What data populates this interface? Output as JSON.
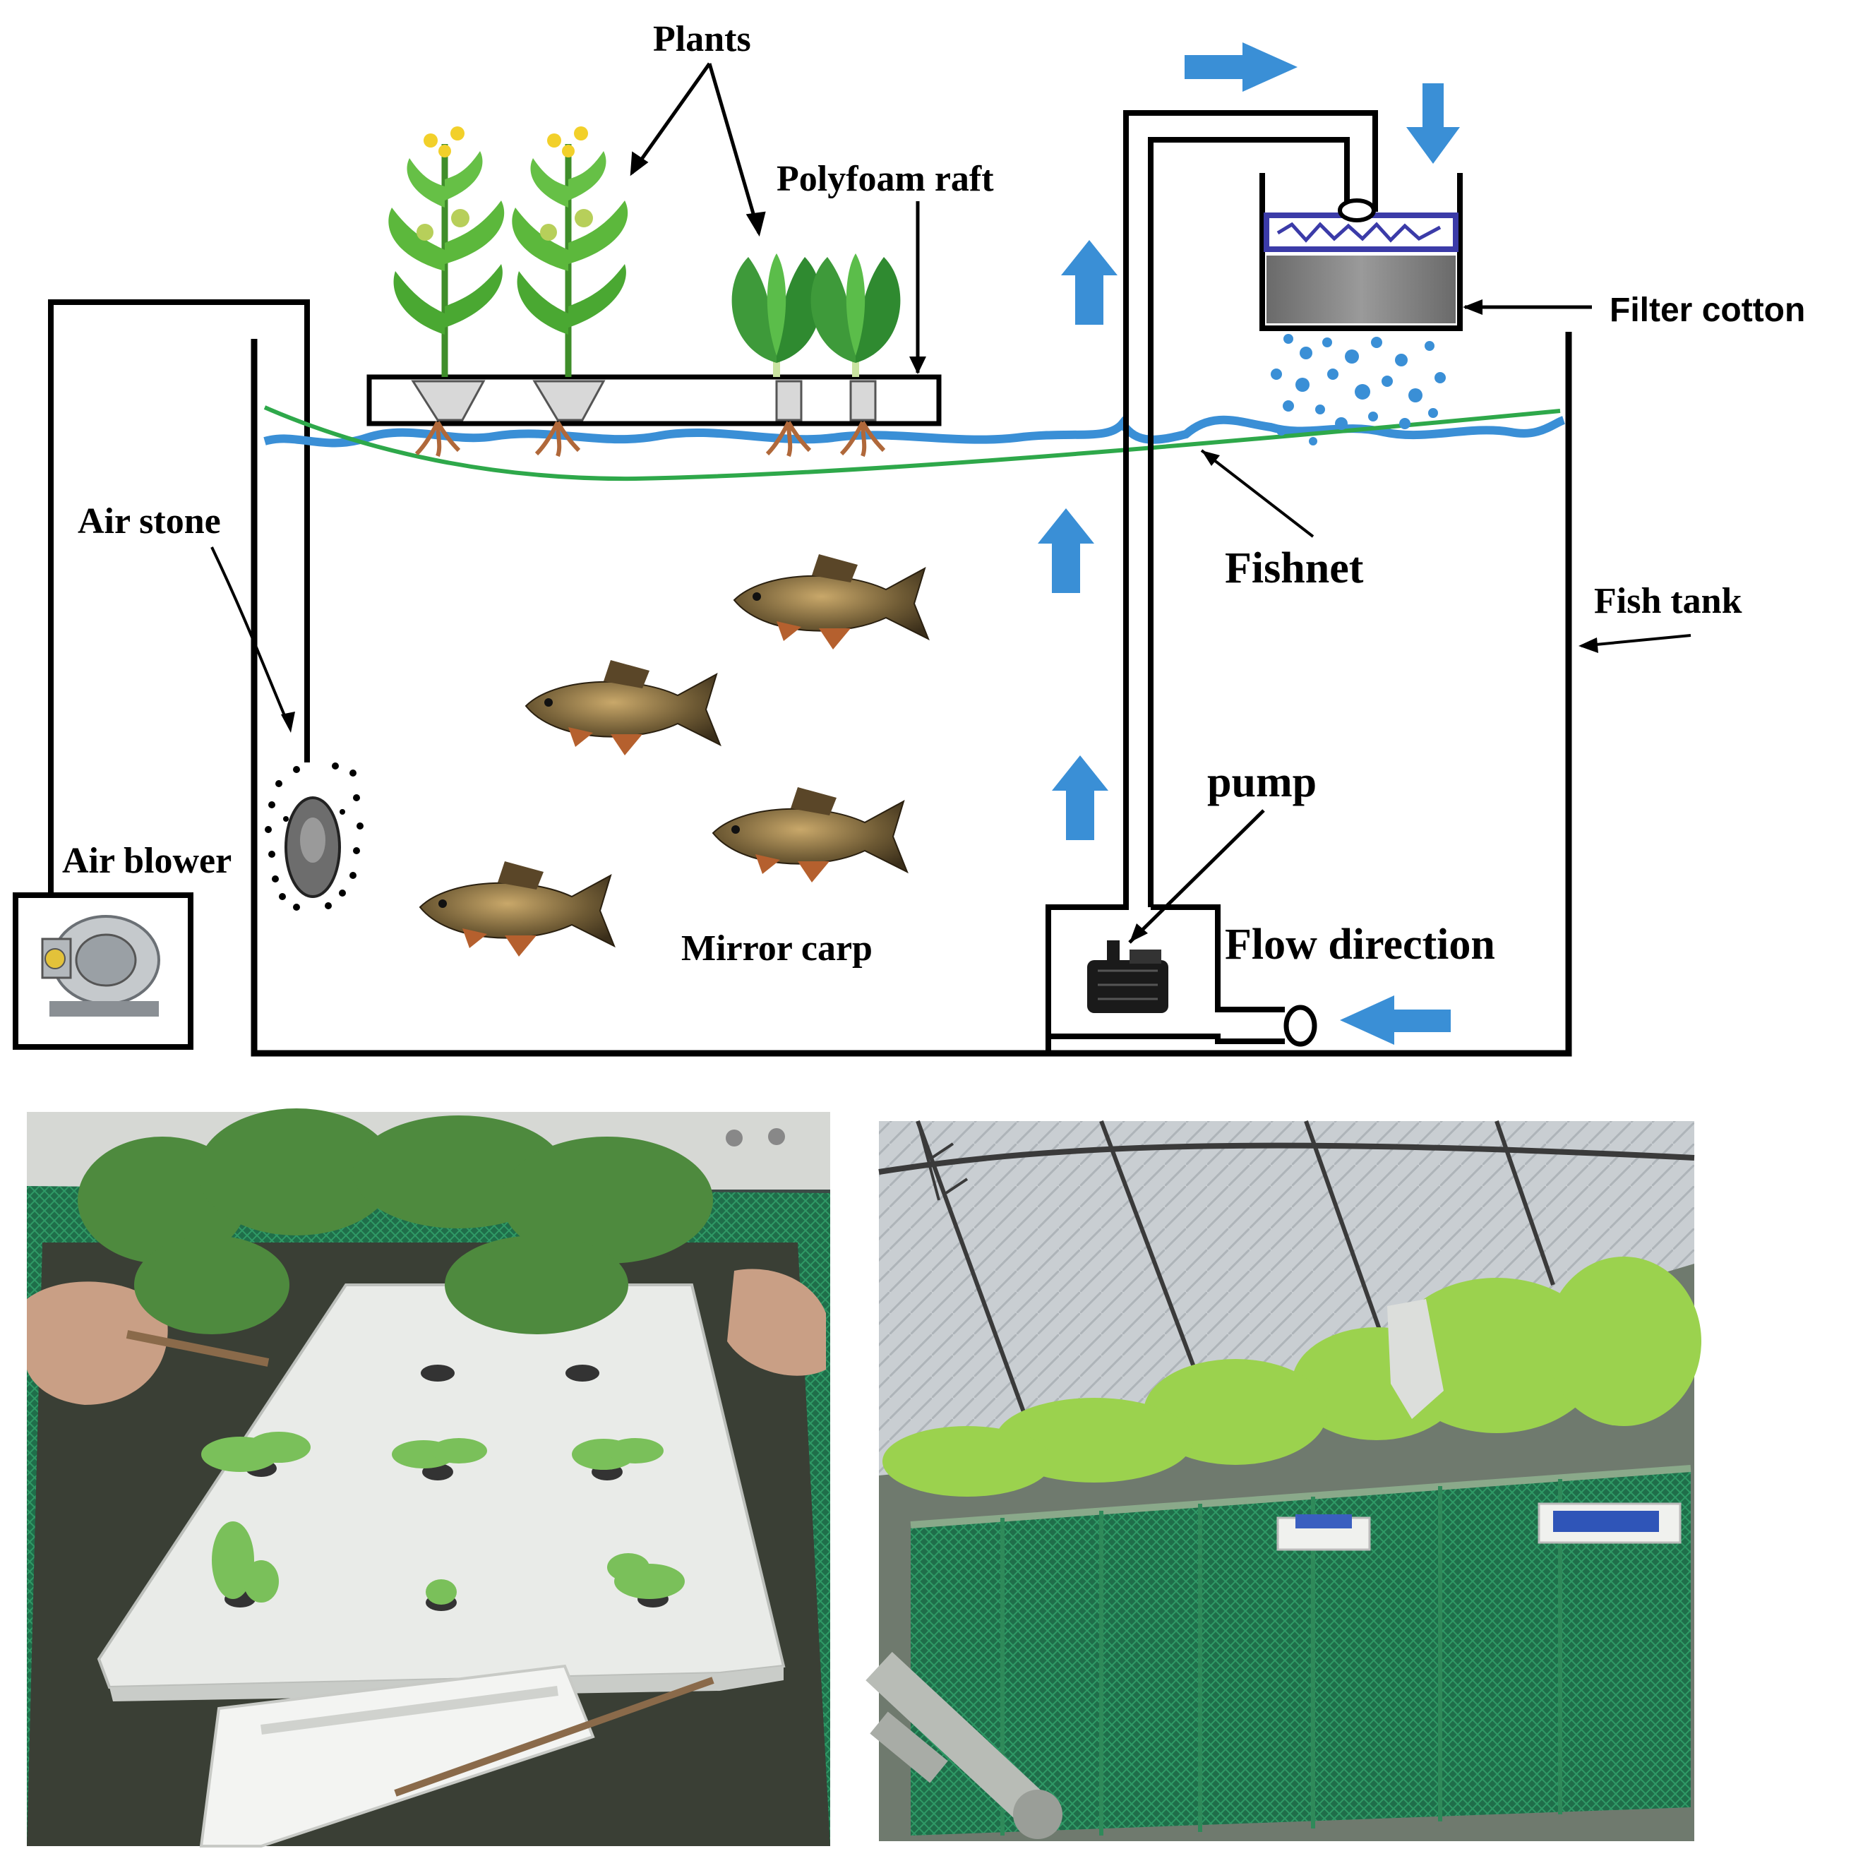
{
  "labels": {
    "plants": "Plants",
    "polyfoam_raft": "Polyfoam raft",
    "filter_cotton": "Filter cotton",
    "air_stone": "Air stone",
    "fishnet": "Fishnet",
    "fish_tank": "Fish tank",
    "air_blower": "Air blower",
    "pump": "pump",
    "mirror_carp": "Mirror carp",
    "flow_direction": "Flow direction"
  },
  "colors": {
    "water": "#3a8fd6",
    "flow_arrow": "#3a8fd6",
    "fishnet": "#2ea84a",
    "plant_leaf": "#4aa832",
    "filter_frame": "#3b3ba8",
    "outline": "#000000"
  },
  "photos": [
    {
      "name": "raft-photo",
      "description_icon": "tomato-lettuce-raft-photo"
    },
    {
      "name": "greenhouse-photo",
      "description_icon": "greenhouse-tanks-photo"
    }
  ]
}
